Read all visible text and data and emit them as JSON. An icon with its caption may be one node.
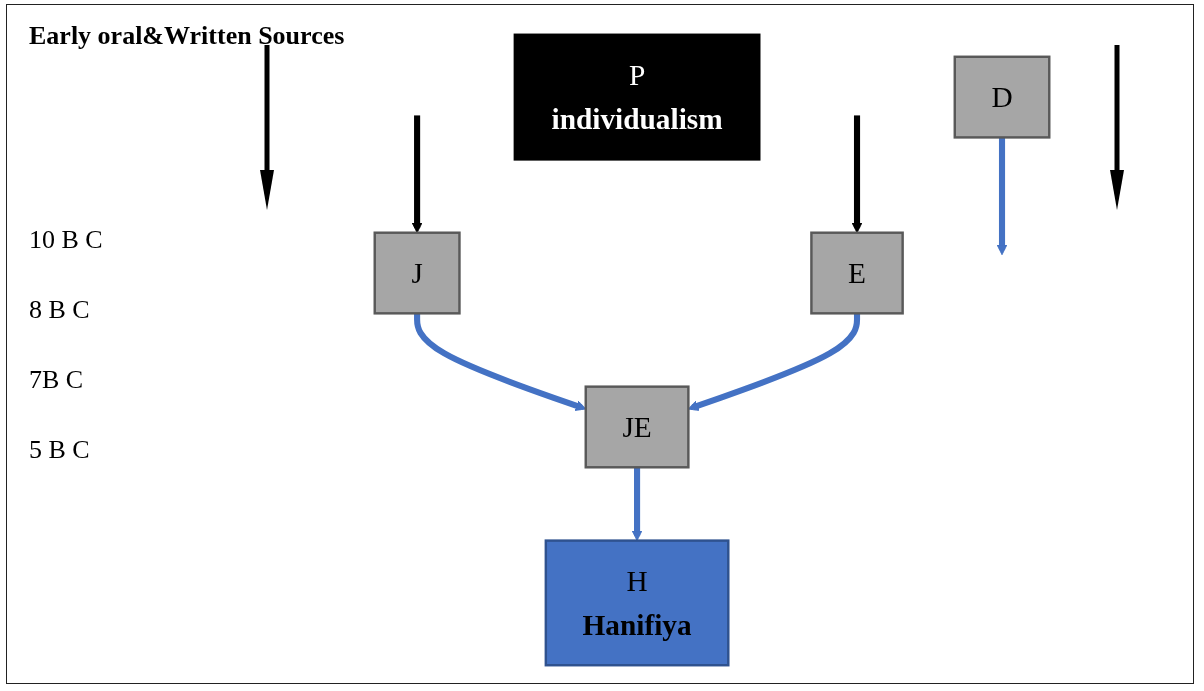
{
  "diagram": {
    "title": "Early oral&Written Sources",
    "nodes": [
      {
        "text": [
          "J"
        ]
      },
      {
        "text": [
          "E"
        ]
      },
      {
        "text": [
          "JE"
        ]
      },
      {
        "text": [
          "D"
        ]
      },
      {
        "text": [
          "H",
          "Hanifiya"
        ]
      },
      {
        "text": [
          "P",
          "individualism"
        ]
      }
    ],
    "edges": [
      {
        "from": null,
        "to": 0,
        "arrow": "to",
        "color": "#000000"
      },
      {
        "from": null,
        "to": 1,
        "arrow": "to",
        "color": "#000000"
      },
      {
        "from": 0,
        "to": 2,
        "arrow": "to"
      },
      {
        "from": 1,
        "to": 2,
        "arrow": "to"
      },
      {
        "from": 2,
        "to": 4,
        "arrow": "to"
      },
      {
        "from": 3,
        "to": null,
        "arrow": "to"
      }
    ],
    "labels": [
      "10 B C",
      "8 B C",
      "7B C",
      "5 B C"
    ]
  }
}
